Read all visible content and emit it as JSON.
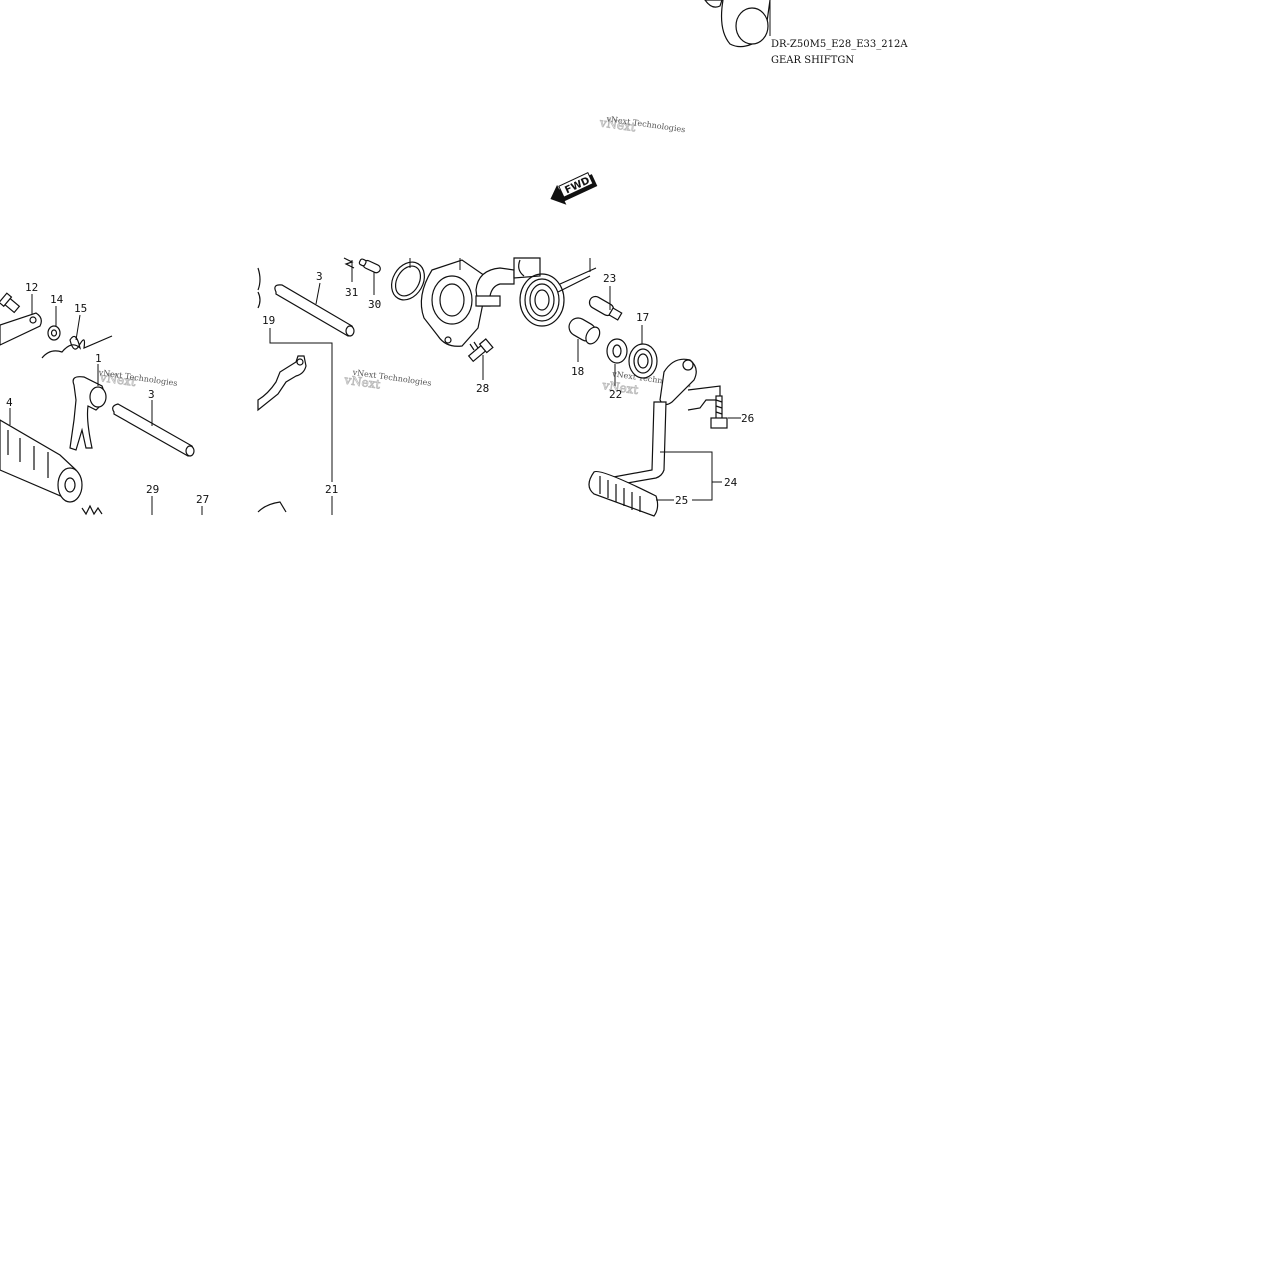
{
  "diagram": {
    "code": "DR-Z50M5_E28_E33_212A",
    "title": "GEAR SHIFTGN",
    "fwd_arrow_label": "FWD",
    "watermark_text": "vNext Technologies",
    "callouts": {
      "c1": "1",
      "c3a": "3",
      "c3b": "3",
      "c4": "4",
      "c12": "12",
      "c14": "14",
      "c15": "15",
      "c17": "17",
      "c18": "18",
      "c19": "19",
      "c21": "21",
      "c22": "22",
      "c23": "23",
      "c24": "24",
      "c25": "25",
      "c26": "26",
      "c27": "27",
      "c28": "28",
      "c29": "29",
      "c30": "30",
      "c31": "31"
    }
  }
}
